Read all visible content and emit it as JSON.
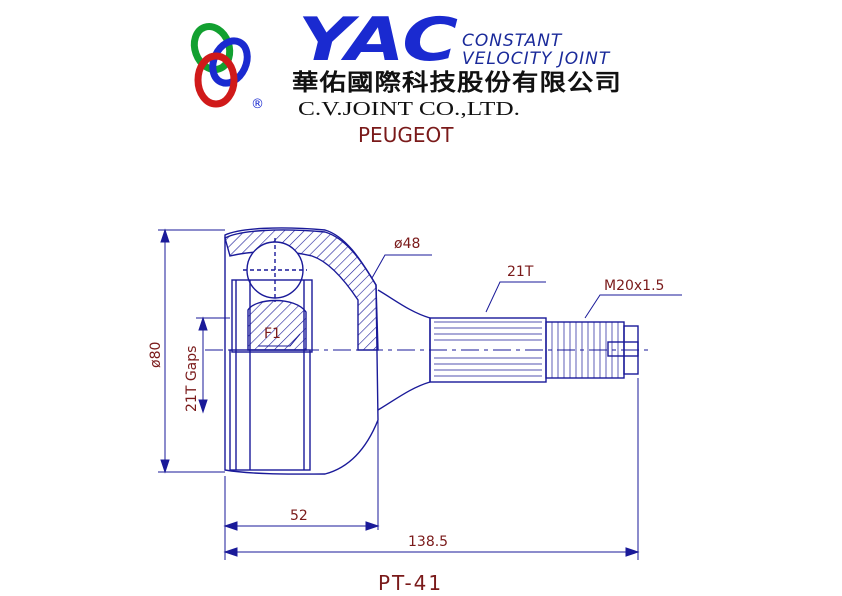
{
  "header": {
    "logo_letters": "YAC",
    "registered_mark": "®",
    "tagline_line1": "CONSTANT",
    "tagline_line2": "VELOCITY JOINT",
    "company_chinese": "華佑國際科技股份有限公司",
    "company_english": "C.V.JOINT CO.,LTD.",
    "make": "PEUGEOT"
  },
  "dimensions": {
    "bell_diameter": "ø48",
    "spline_count": "21T",
    "thread": "M20x1.5",
    "outer_diameter": "ø80",
    "abs_gaps": "21T Gaps",
    "feature": "F1",
    "bell_length": "52",
    "total_length": "138.5"
  },
  "part_number": "PT-41",
  "colors": {
    "logo_blue": "#1a2ad0",
    "logo_red": "#d01a1a",
    "logo_green": "#12a030",
    "drawing_line": "#1a1a99",
    "dimension_text": "#7a1a1a"
  }
}
